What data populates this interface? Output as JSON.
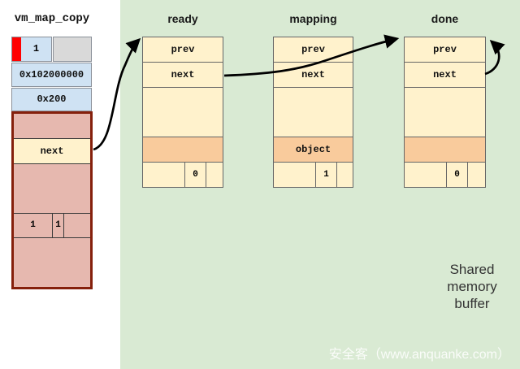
{
  "vm_map_copy": {
    "title": "vm_map_copy",
    "flag_cell_value": "1",
    "address_value": "0x102000000",
    "size_value": "0x200",
    "next_label": "next",
    "counter_values": [
      "1",
      "1"
    ]
  },
  "lists": [
    {
      "title": "ready",
      "prev_label": "prev",
      "next_label": "next",
      "object_label": "",
      "count_value": "0"
    },
    {
      "title": "mapping",
      "prev_label": "prev",
      "next_label": "next",
      "object_label": "object",
      "count_value": "1"
    },
    {
      "title": "done",
      "prev_label": "prev",
      "next_label": "next",
      "object_label": "",
      "count_value": "0"
    }
  ],
  "annotation": {
    "lines": [
      "Shared",
      "memory",
      "buffer"
    ]
  },
  "watermark": "安全客（www.anquanke.com）",
  "colors": {
    "green": "#d9ead3",
    "cream": "#fff2cc",
    "orange": "#f9cb9c",
    "lightblue": "#cfe2f3",
    "gray": "#d9d9d9",
    "pink": "#e6b8af",
    "red": "#ff0000",
    "maroon": "#85200c",
    "arrow": "#000000"
  }
}
